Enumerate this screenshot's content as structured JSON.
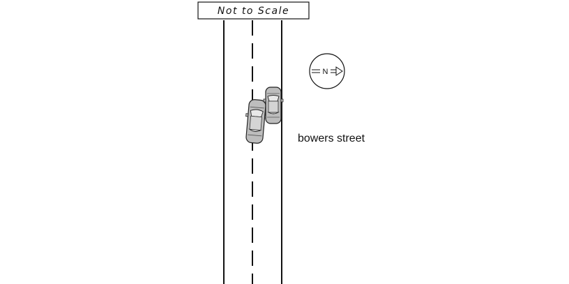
{
  "scale_note": "Not to Scale",
  "north_marker": "N",
  "street_name": "bowers street",
  "icons": [
    "north-arrow-icon",
    "car-icon"
  ],
  "colors": {
    "line": "#111111",
    "car_body": "#bdbdbd",
    "car_glass": "#e8e8e8",
    "background": "#ffffff"
  }
}
